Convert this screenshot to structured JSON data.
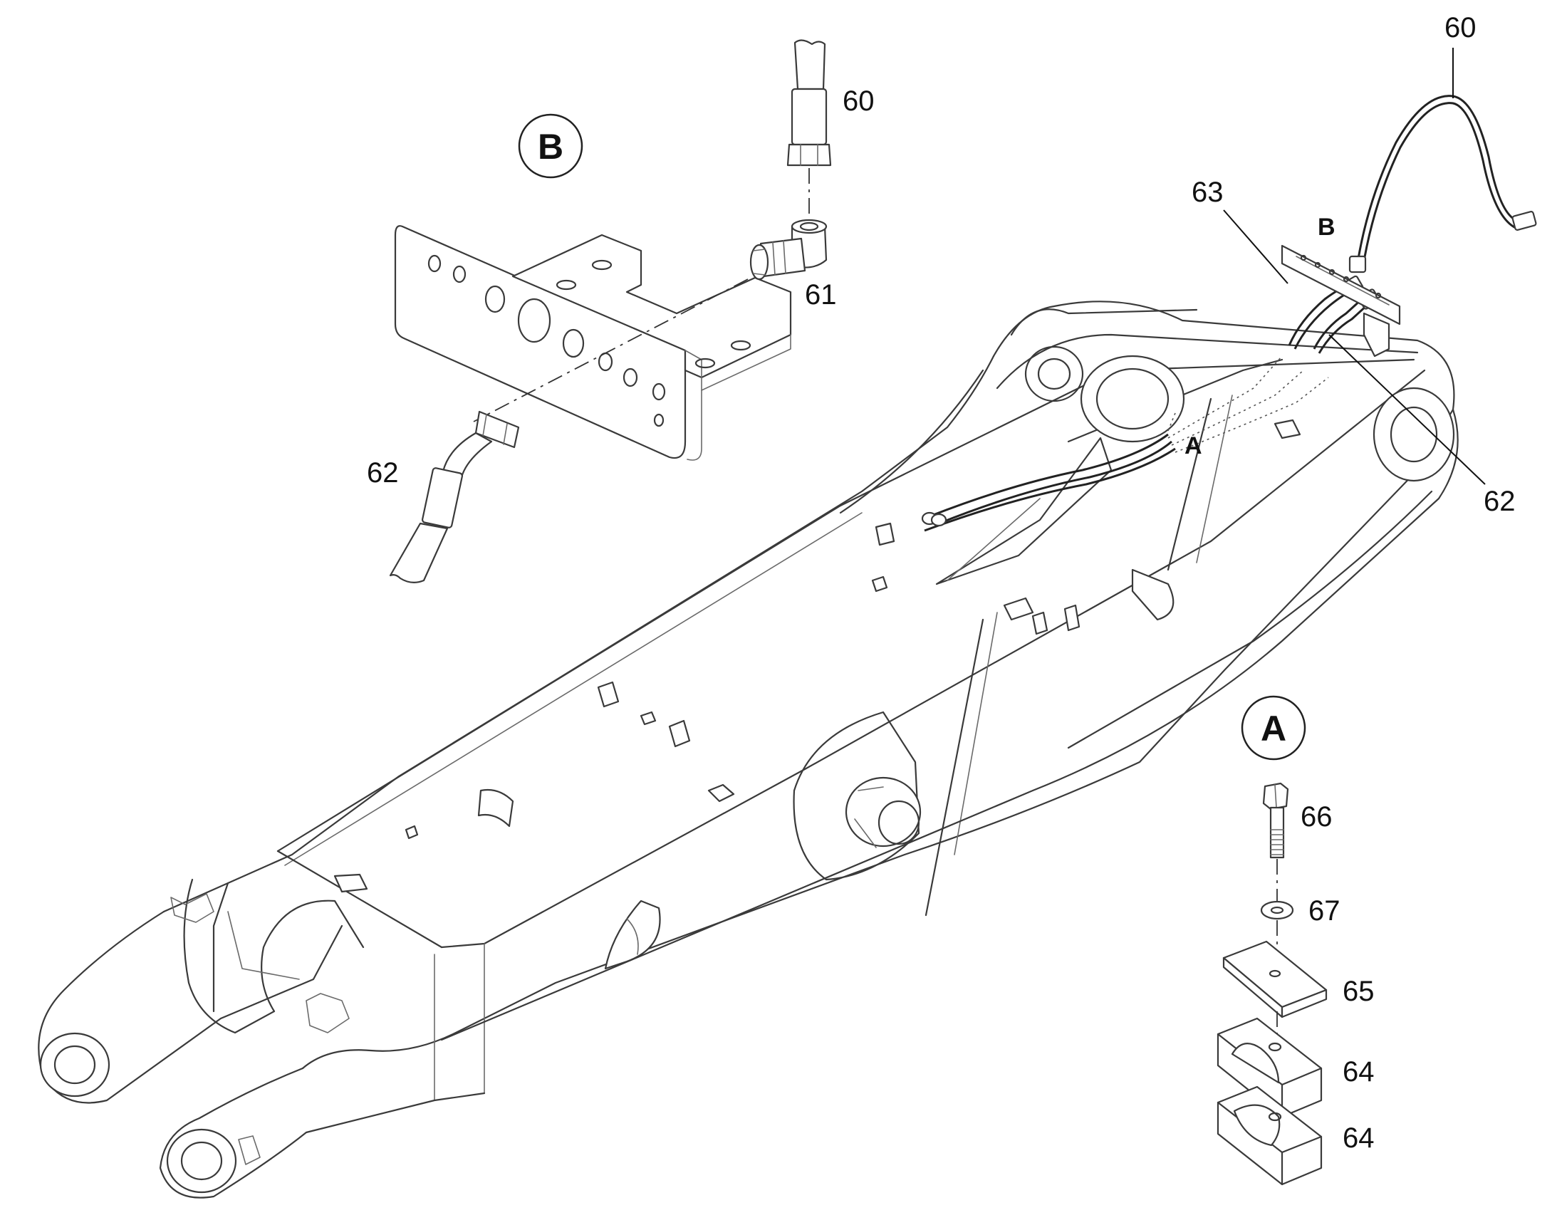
{
  "detail_b": {
    "badge": "B",
    "callouts": [
      {
        "id": "60",
        "text": "60"
      },
      {
        "id": "61",
        "text": "61"
      },
      {
        "id": "62",
        "text": "62"
      }
    ]
  },
  "main": {
    "callouts": [
      {
        "id": "60",
        "text": "60"
      },
      {
        "id": "63",
        "text": "63"
      },
      {
        "id": "62",
        "text": "62"
      }
    ],
    "view_marks": [
      "B",
      "A"
    ]
  },
  "detail_a": {
    "badge": "A",
    "callouts": [
      {
        "id": "66",
        "text": "66"
      },
      {
        "id": "67",
        "text": "67"
      },
      {
        "id": "65",
        "text": "65"
      },
      {
        "id": "64a",
        "text": "64"
      },
      {
        "id": "64b",
        "text": "64"
      }
    ]
  }
}
